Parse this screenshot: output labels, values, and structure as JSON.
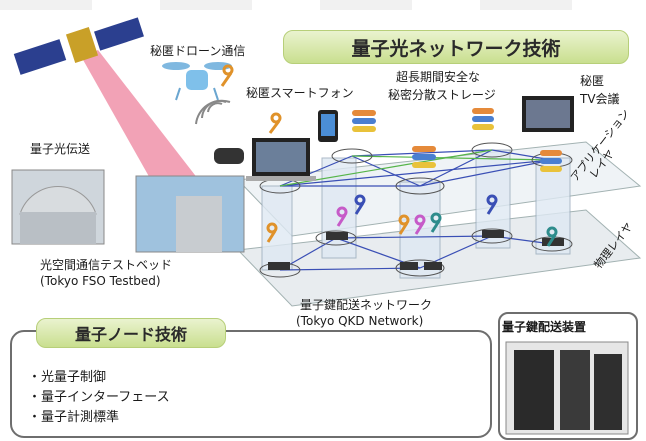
{
  "title": "量子光ネットワーク技術",
  "node_tech_title": "量子ノード技術",
  "labels": {
    "drone": "秘匿ドローン通信",
    "smartphone": "秘匿スマートフォン",
    "storage_line1": "超長期間安全な",
    "storage_line2": "秘密分散ストレージ",
    "tv_line1": "秘匿",
    "tv_line2": "TV会議",
    "optical_transmission": "量子光伝送",
    "fso_line1": "光空間通信テストベッド",
    "fso_line2": "(Tokyo FSO Testbed)",
    "qkd_line1": "量子鍵配送ネットワーク",
    "qkd_line2": "(Tokyo QKD Network)",
    "qkd_device": "量子鍵配送装置",
    "application_layer_line1": "アプリケーション",
    "application_layer_line2": "レイヤ",
    "physical_layer": "物理レイヤ"
  },
  "node_tech_items": [
    "・光量子制御",
    "・量子インターフェース",
    "・量子計測標準"
  ],
  "colors": {
    "title_green": "#c9df8f",
    "beam_pink": "#e8557a",
    "network_blue": "#3a4fb5",
    "network_green": "#56b54a"
  }
}
